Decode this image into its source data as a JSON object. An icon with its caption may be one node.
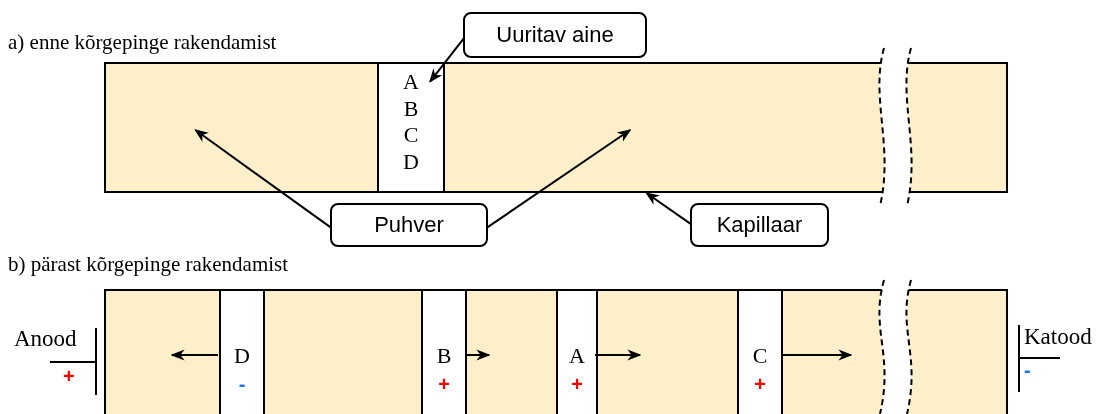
{
  "diagram": {
    "nodes": [
      {
        "text": [],
        "shape": "box"
      },
      {
        "text": [
          "A",
          "B",
          "C",
          "D"
        ],
        "in": 0
      },
      {
        "text": [],
        "shape": "box",
        "in": 0
      },
      {
        "text": [],
        "shape": "box",
        "in": 0
      },
      {
        "text": [
          "Uuritav aine"
        ]
      },
      {
        "text": [
          "Puhver"
        ]
      },
      {
        "text": [
          "Kapillaar"
        ]
      },
      {
        "text": [],
        "shape": "box"
      },
      {
        "text": [
          "D",
          "-"
        ],
        "in": 7
      },
      {
        "text": [
          "B",
          "+"
        ],
        "in": 7
      },
      {
        "text": [
          "A",
          "+"
        ],
        "in": 7
      },
      {
        "text": [
          "C",
          "+"
        ],
        "in": 7
      },
      {
        "text": [
          "Anood",
          "+"
        ]
      },
      {
        "text": [
          "Katood",
          "-"
        ]
      }
    ],
    "edges": [
      {
        "from": 4,
        "to": 1,
        "arrow": "to"
      },
      {
        "from": 5,
        "to": 2,
        "arrow": "to"
      },
      {
        "from": 5,
        "to": 3,
        "arrow": "to"
      },
      {
        "from": 6,
        "to": 0,
        "arrow": "to"
      }
    ],
    "labels": [
      "a) enne kõrgepinge rakendamist",
      "b) pärast kõrgepinge rakendamist"
    ]
  }
}
